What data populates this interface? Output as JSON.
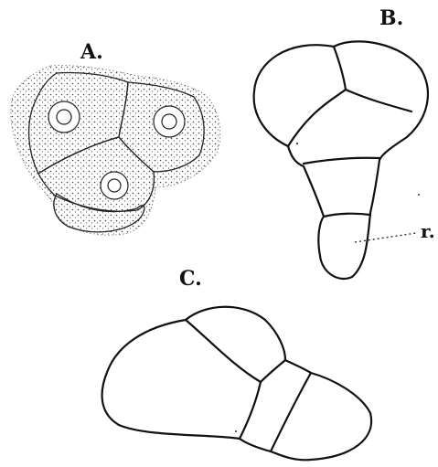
{
  "figure": {
    "panels": [
      {
        "id": "A",
        "label": "A."
      },
      {
        "id": "B",
        "label": "B.",
        "annotation": "r."
      },
      {
        "id": "C",
        "label": "C."
      }
    ]
  }
}
